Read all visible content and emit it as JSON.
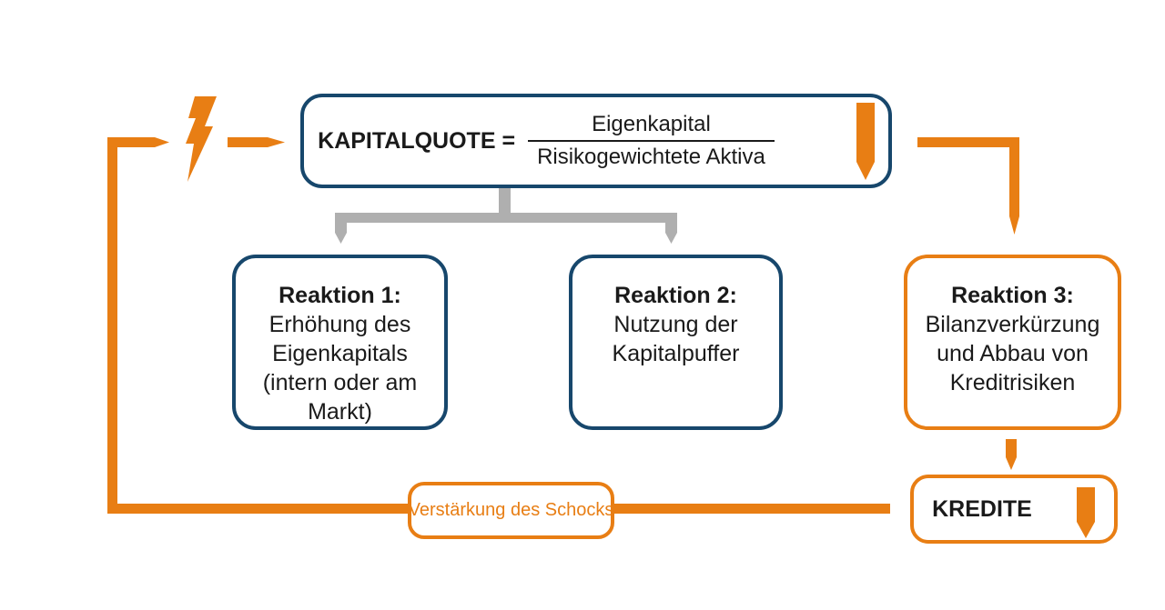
{
  "colors": {
    "navy": "#17476C",
    "orange": "#E87E14",
    "gray": "#AFAFAF",
    "text": "#1A1A1A",
    "bg": "#FFFFFF"
  },
  "formula": {
    "label": "KAPITALQUOTE =",
    "numerator": "Eigenkapital",
    "denominator": "Risikogewichtete Aktiva"
  },
  "reactions": [
    {
      "title": "Reaktion 1:",
      "body": "Erhöhung des Eigenkapitals (intern oder am Markt)"
    },
    {
      "title": "Reaktion 2:",
      "body": "Nutzung der Kapitalpuffer"
    },
    {
      "title": "Reaktion 3:",
      "body": "Bilanzverkürzung und Abbau von Kreditrisiken"
    }
  ],
  "kredite": {
    "label": "KREDITE"
  },
  "feedback": {
    "label": "Verstärkung des Schocks"
  },
  "icons": {
    "lightning": "shock-lightning-icon",
    "down_arrow_formula": "decrease-arrow-icon",
    "down_arrow_kredite": "decrease-arrow-icon"
  }
}
